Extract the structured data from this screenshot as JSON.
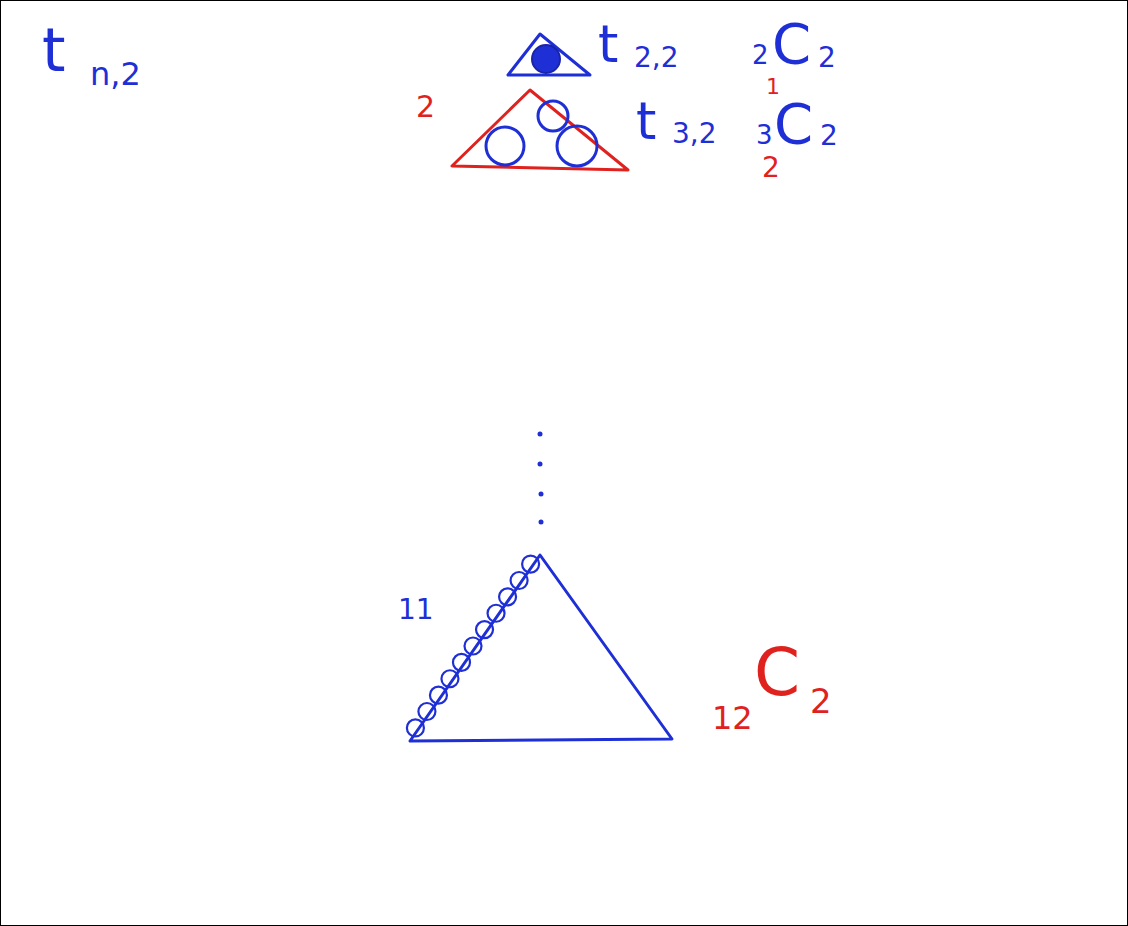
{
  "diagram": {
    "labels": [
      "t",
      "n,2",
      "t",
      "2,2",
      "2",
      "C",
      "2",
      "1",
      "2",
      "t",
      "3,2",
      "3",
      "C",
      "2",
      "2",
      "11",
      "12",
      "C",
      "2"
    ]
  }
}
